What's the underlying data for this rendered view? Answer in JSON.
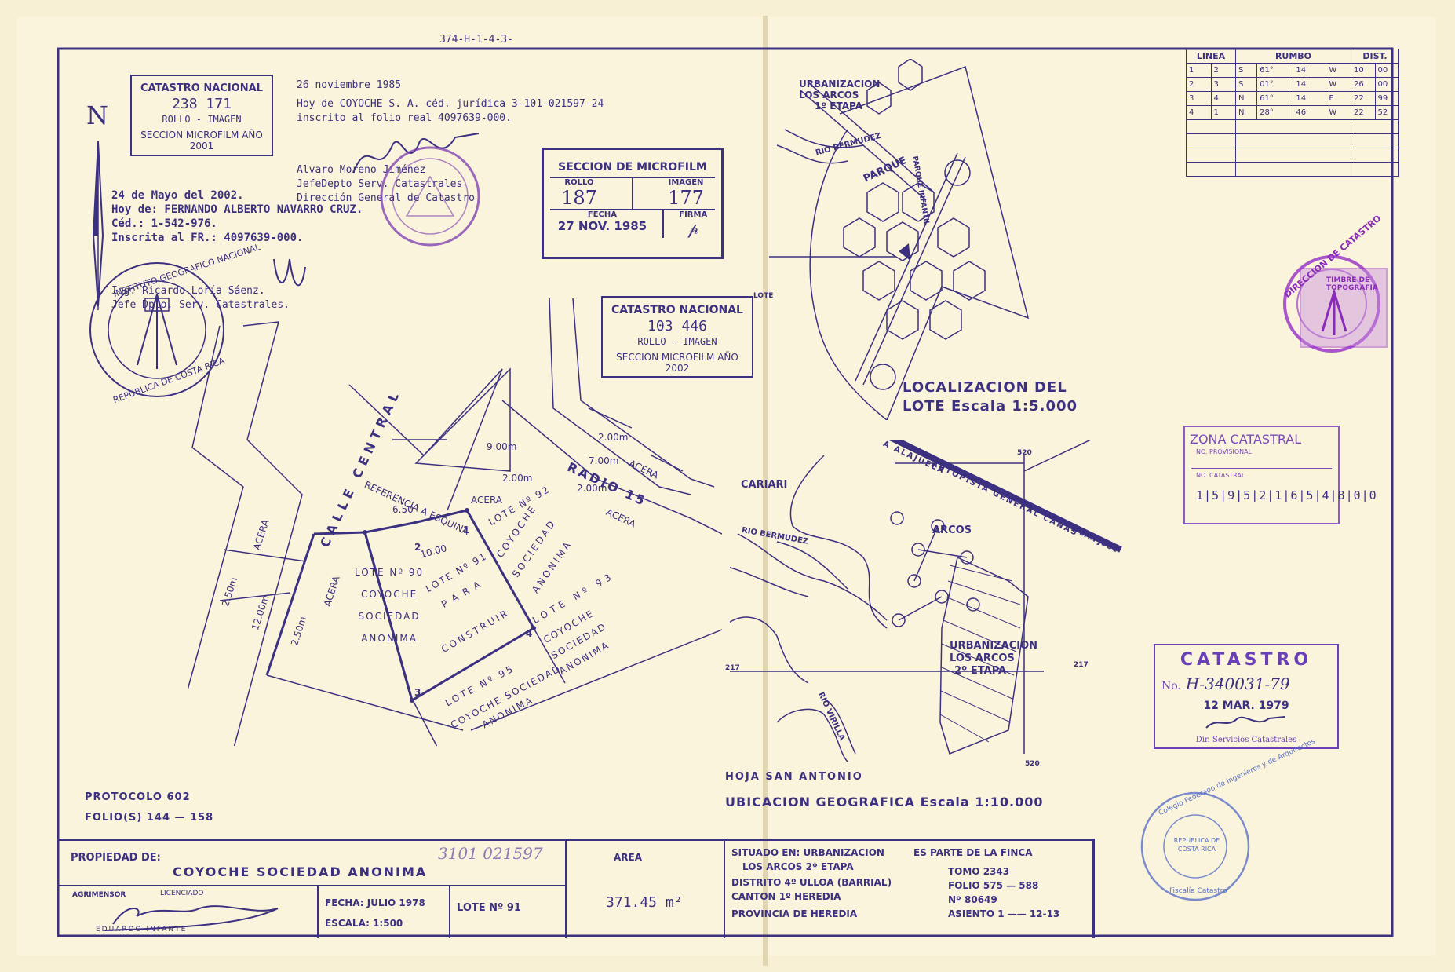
{
  "header_code": "374-H-1-4-3-",
  "north_label": "N",
  "stamp_catastro_2001": {
    "title": "CATASTRO NACIONAL",
    "number": "238 171",
    "line2": "ROLLO - IMAGEN",
    "line3": "SECCION MICROFILM AÑO 2001"
  },
  "note_1985": {
    "date": "26 noviembre 1985",
    "line1": "Hoy de COYOCHE S. A. céd. jurídica 3-101-021597-24",
    "line2": "inscrito al folio real 4097639-000."
  },
  "signer_1985": {
    "name": "Alvaro Moreno Jiménez",
    "role": "JefeDepto Serv. Catastrales",
    "dept": "Dirección General de Catastro"
  },
  "note_2002": {
    "date": "24 de Mayo del 2002.",
    "owner": "Hoy de: FERNANDO ALBERTO NAVARRO CRUZ.",
    "ced": "Céd.: 1-542-976.",
    "folio": "Inscrita al FR.: 4097639-000."
  },
  "signer_2002": {
    "name": "Ing. Ricardo Loría Sáenz.",
    "role": "Jefe Dpto. Serv. Catastrales."
  },
  "seal_instituto": {
    "top": "INSTITUTO GEOGRAFICO NACIONAL",
    "bottom": "REPUBLICA DE COSTA RICA"
  },
  "stamp_microfilm": {
    "title": "SECCION DE MICROFILM",
    "rollo_label": "ROLLO",
    "rollo": "187",
    "imagen_label": "IMAGEN",
    "imagen": "177",
    "fecha_label": "FECHA",
    "fecha": "27 NOV. 1985",
    "firma_label": "FIRMA"
  },
  "stamp_catastro_2002": {
    "title": "CATASTRO NACIONAL",
    "number": "103 446",
    "line2": "ROLLO - IMAGEN",
    "line3": "SECCION MICROFILM AÑO 2002"
  },
  "rumbo_table": {
    "headers": [
      "LINEA",
      "RUMBO",
      "DIST."
    ],
    "rows": [
      [
        "1",
        "2",
        "S",
        "61°",
        "14'",
        "W",
        "10",
        "00"
      ],
      [
        "2",
        "3",
        "S",
        "01°",
        "14'",
        "W",
        "26",
        "00"
      ],
      [
        "3",
        "4",
        "N",
        "61°",
        "14'",
        "E",
        "22",
        "99"
      ],
      [
        "4",
        "1",
        "N",
        "28°",
        "46'",
        "W",
        "22",
        "52"
      ]
    ],
    "empty_rows": 4
  },
  "plot": {
    "street": "CALLE CENTRAL",
    "ref": "REFERENCIA A ESQUINA",
    "ref_dist": "6.50",
    "radio": "RADIO 15",
    "acera": "ACERA",
    "dims": [
      "2.00m",
      "7.00m",
      "9.00m",
      "2.00m",
      "2.50m",
      "12.00m",
      "2.50m",
      "2.00m",
      "10.00"
    ],
    "vertices": [
      "1",
      "2",
      "3",
      "4"
    ],
    "lots": [
      {
        "label": "LOTE Nº 90",
        "lines": [
          "COYOCHE",
          "SOCIEDAD",
          "ANONIMA"
        ]
      },
      {
        "label": "LOTE Nº 91",
        "lines": [
          "PARA",
          "CONSTRUIR"
        ]
      },
      {
        "label": "LOTE Nº 92",
        "lines": [
          "COYOCHE",
          "SOCIEDAD",
          "ANONIMA"
        ]
      },
      {
        "label": "LOTE Nº 93",
        "lines": [
          "COYOCHE",
          "SOCIEDAD",
          "ANONIMA"
        ]
      },
      {
        "label": "LOTE Nº 95",
        "lines": [
          "COYOCHE SOCIEDAD",
          "ANONIMA"
        ]
      }
    ]
  },
  "loc_map": {
    "title1": "LOCALIZACION DEL",
    "title2": "LOTE Escala 1:5.000",
    "urb1": "URBANIZACION",
    "urb2": "LOS ARCOS",
    "urb3": "1º ETAPA",
    "rio": "RIO BERMUDEZ",
    "parque": "PARQUE",
    "parque_inf": "PARQUE INFANTIL",
    "lote": "LOTE"
  },
  "geo_map": {
    "title": "UBICACION GEOGRAFICA Escala 1:10.000",
    "hoja": "HOJA SAN ANTONIO",
    "cariari": "CARIARI",
    "rio": "RIO BERMUDEZ",
    "arcos": "ARCOS",
    "autopista": "AUTOPISTA GENERAL CAÑAS",
    "alajuela": "A ALAJUELA",
    "sanjose": "A SAN JOSE",
    "urb1": "URBANIZACION",
    "urb2": "LOS ARCOS",
    "urb3": "2º ETAPA",
    "virilla": "RIO VIRILLA",
    "grid": [
      "520",
      "217",
      "217",
      "520"
    ]
  },
  "zona_catastral": {
    "title": "ZONA CATASTRAL",
    "prov": "NO. PROVISIONAL",
    "cat": "NO. CATASTRAL",
    "number": "1|5|9|5|2|1|6|5|4|8|0|0"
  },
  "timbre": {
    "text": "TIMBRE DE TOPOGRAFIA",
    "ring": "DIRECCION DE CATASTRO"
  },
  "catastro_stamp": {
    "title": "CATASTRO",
    "no_label": "No.",
    "no": "H-340031-79",
    "date": "12 MAR. 1979",
    "footer": "Dir. Servicios Catastrales"
  },
  "colegio_seal": {
    "ring": "Colegio Federado de Ingenieros y de Arquitectos",
    "center": "REPUBLICA DE COSTA RICA",
    "bottom": "Fiscalía Catastro"
  },
  "protocolo": {
    "line1": "PROTOCOLO 602",
    "line2": "FOLIO(S) 144 — 158"
  },
  "title_block": {
    "propiedad_label": "PROPIEDAD DE:",
    "propiedad": "COYOCHE SOCIEDAD ANONIMA",
    "cedula_hand": "3101 021597",
    "area_label": "AREA",
    "area": "371.45 m²",
    "agrimensor": "AGRIMENSOR",
    "licenciado": "LICENCIADO",
    "eduardo": "EDUARDO INFANTE",
    "fecha": "FECHA: JULIO 1978",
    "escala": "ESCALA: 1:500",
    "lote": "LOTE Nº 91",
    "situado": "SITUADO EN: URBANIZACION",
    "situado2": "LOS ARCOS 2º ETAPA",
    "distrito": "DISTRITO 4º ULLOA (BARRIAL)",
    "canton": "CANTON 1º HEREDIA",
    "provincia": "PROVINCIA DE HEREDIA",
    "finca_label": "ES PARTE DE LA FINCA",
    "tomo": "TOMO 2343",
    "folio": "FOLIO 575 — 588",
    "numero": "Nº 80649",
    "asiento": "ASIENTO 1 —— 12-13"
  },
  "colors": {
    "ink": "#3c3080",
    "paper": "#f8f0d4",
    "stamp_purple": "#8a2ab8"
  }
}
